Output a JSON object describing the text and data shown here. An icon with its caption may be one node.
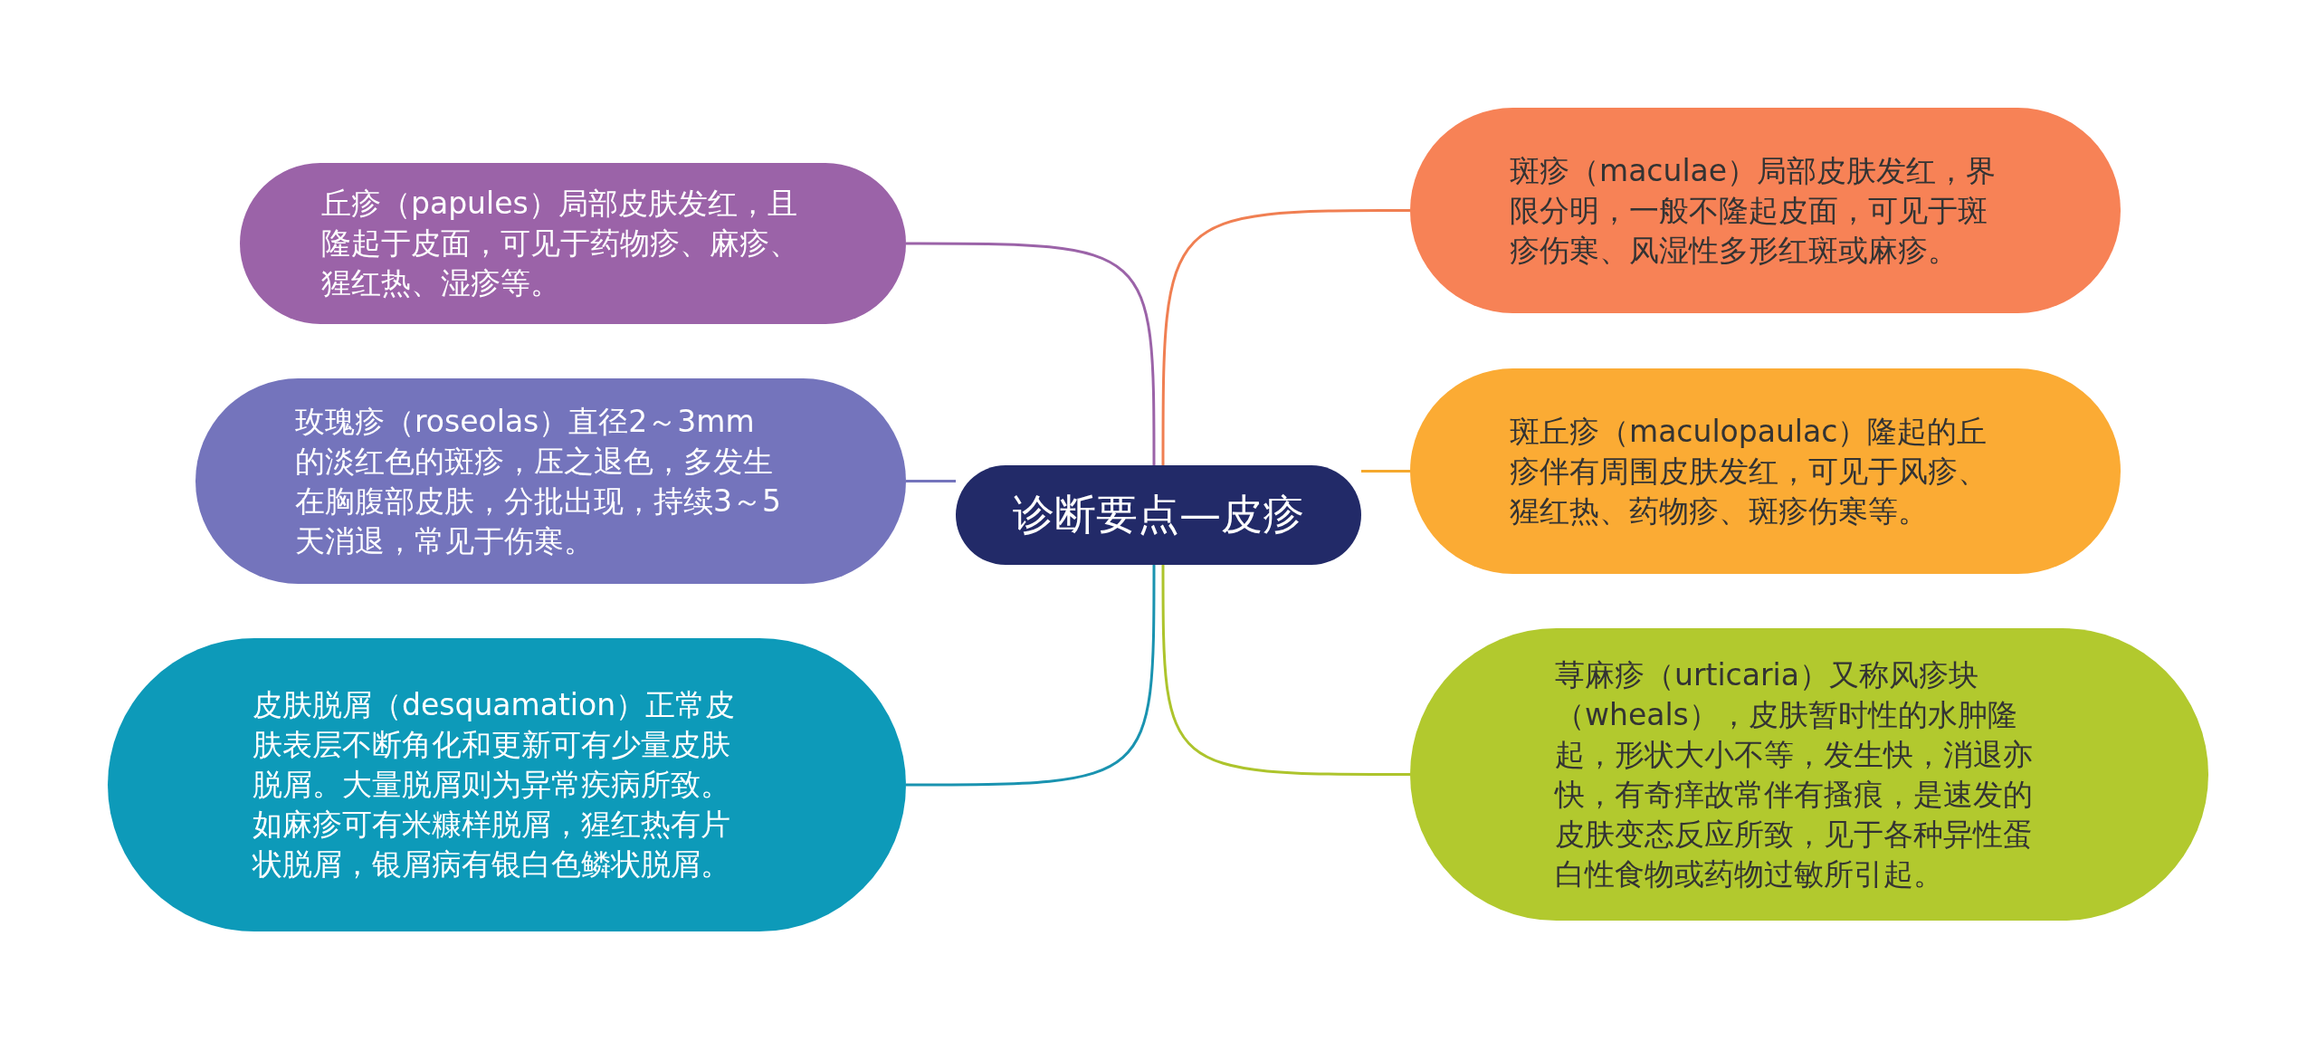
{
  "diagram": {
    "nodes": [
      {
        "text": [
          "诊断要点—皮疹"
        ]
      },
      {
        "text": [
          "丘疹（papules）局部皮肤发红，且隆起于皮面，可见于药物疹、麻疹、猩红热、湿疹等。"
        ]
      },
      {
        "text": [
          "玫瑰疹（roseolas）直径2～3mm的淡红色的斑疹，压之退色，多发生在胸腹部皮肤，分批出现，持续3～5天消退，常见于伤寒。"
        ]
      },
      {
        "text": [
          "皮肤脱屑（desquamation）正常皮肤表层不断角化和更新可有少量皮肤脱屑。大量脱屑则为异常疾病所致。如麻疹可有米糠样脱屑，猩红热有片状脱屑，银屑病有银白色鳞状脱屑。"
        ]
      },
      {
        "text": [
          "斑疹（maculae）局部皮肤发红，界限分明，一般不隆起皮面，可见于斑疹伤寒、风湿性多形红斑或麻疹。"
        ]
      },
      {
        "text": [
          "斑丘疹（maculopaulac）隆起的丘疹伴有周围皮肤发红，可见于风疹、猩红热、药物疹、斑疹伤寒等。"
        ]
      },
      {
        "text": [
          "荨麻疹（urticaria）又称风疹块（wheals），皮肤暂时性的水肿隆起，形状大小不等，发生快，消退亦快，有奇痒故常伴有搔痕，是速发的皮肤变态反应所致，见于各种异性蛋白性食物或药物过敏所引起。"
        ]
      }
    ],
    "edges": [
      {
        "from": 0,
        "to": 1,
        "arrow": "none",
        "color": "#9b63a8"
      },
      {
        "from": 0,
        "to": 2,
        "arrow": "none",
        "color": "#7474bc"
      },
      {
        "from": 0,
        "to": 3,
        "arrow": "none",
        "color": "#1a93b0"
      },
      {
        "from": 0,
        "to": 4,
        "arrow": "none",
        "color": "#f07f52"
      },
      {
        "from": 0,
        "to": 5,
        "arrow": "none",
        "color": "#f5a92e"
      },
      {
        "from": 0,
        "to": 6,
        "arrow": "none",
        "color": "#adc42c"
      }
    ]
  }
}
